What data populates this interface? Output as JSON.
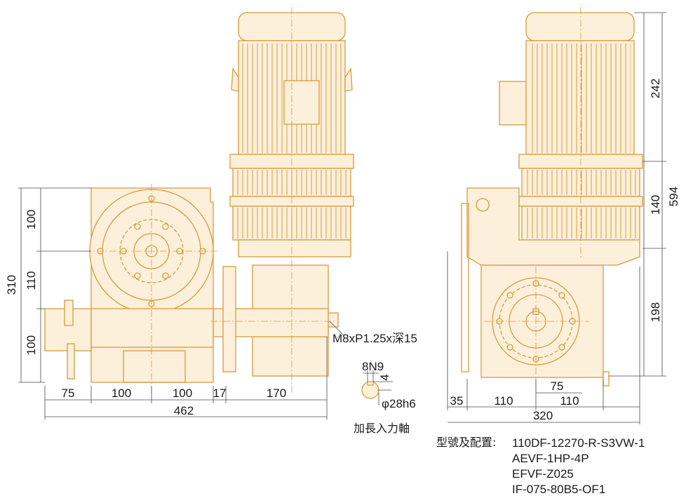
{
  "colors": {
    "outline": "#d89a3c",
    "body_fill": "#fdf0db",
    "hatch": "#e7b46c",
    "dimension_line": "#4a4a4a",
    "text": "#1a1a1a"
  },
  "front_view": {
    "dimensions": {
      "d100_top": "100",
      "d110_mid": "110",
      "d100_bot": "100",
      "d310_total": "310",
      "d75": "75",
      "d100_a": "100",
      "d100_b": "100",
      "d17": "17",
      "d170": "170",
      "d462": "462"
    },
    "thread_note": "M8xP1.25x深15"
  },
  "input_shaft_detail": {
    "key_width": "8N9",
    "key_depth": "4",
    "shaft_diameter": "φ28h6",
    "caption": "加長入力軸"
  },
  "side_view": {
    "dimensions": {
      "d242": "242",
      "d140": "140",
      "d198": "198",
      "d594": "594",
      "d35": "35",
      "d110_left": "110",
      "d110_right": "110",
      "d75": "75",
      "d320": "320"
    }
  },
  "model_spec": {
    "label": "型號及配置:",
    "lines": [
      "110DF-12270-R-S3VW-1",
      "AEVF-1HP-4P",
      "EFVF-Z025",
      "IF-075-80B5-OF1"
    ]
  }
}
